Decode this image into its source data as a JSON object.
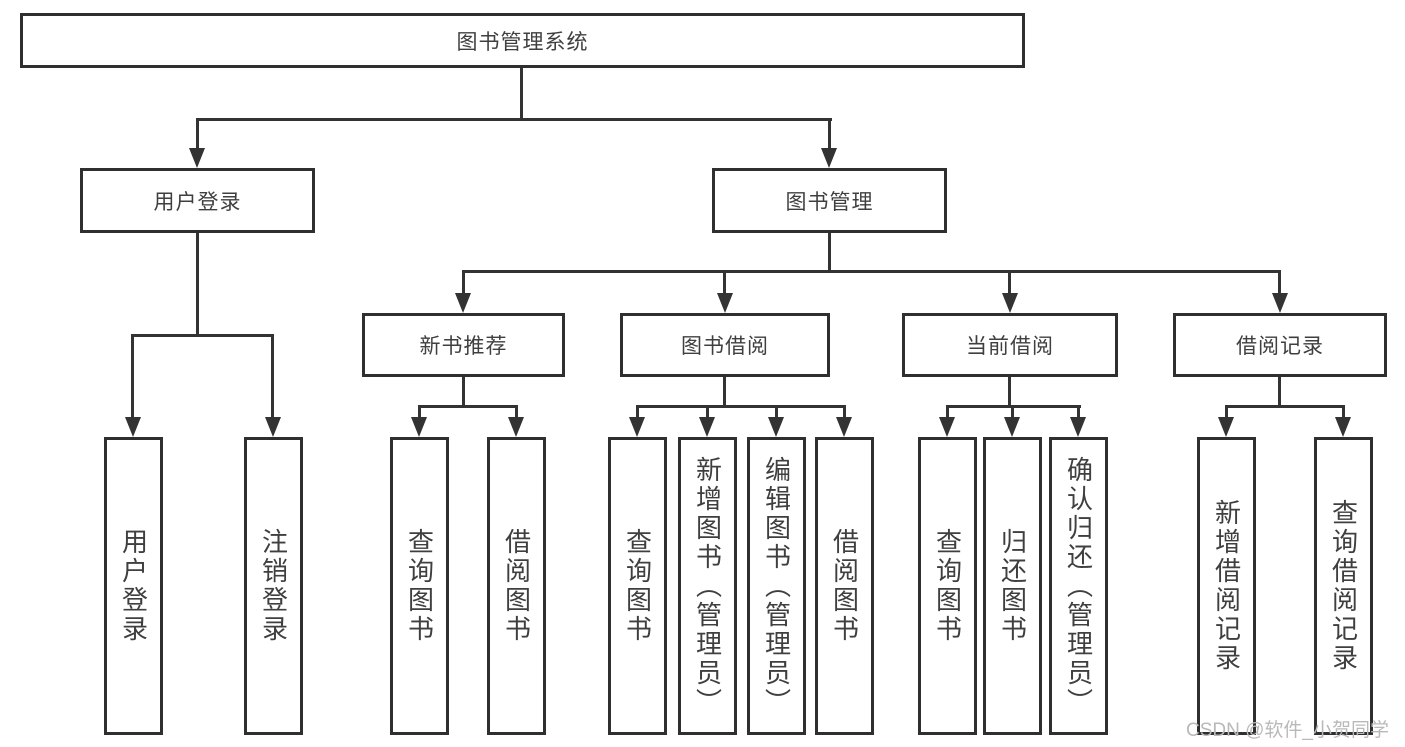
{
  "colors": {
    "line": "#333333",
    "box_border": "#2f2f2f",
    "text": "#3f3f3f",
    "background": "#ffffff",
    "watermark": "#b9b9b9"
  },
  "watermark": {
    "text": "CSDN @软件_小贺同学"
  },
  "tree": {
    "root": "图书管理系统",
    "children": [
      {
        "label": "用户登录",
        "children": [
          "用户登录",
          "注销登录"
        ]
      },
      {
        "label": "图书管理",
        "children": [
          {
            "label": "新书推荐",
            "children": [
              "查询图书",
              "借阅图书"
            ]
          },
          {
            "label": "图书借阅",
            "children": [
              "查询图书",
              "新增图书（管理员）",
              "编辑图书（管理员）",
              "借阅图书"
            ]
          },
          {
            "label": "当前借阅",
            "children": [
              "查询图书",
              "归还图书",
              "确认归还（管理员）"
            ]
          },
          {
            "label": "借阅记录",
            "children": [
              "新增借阅记录",
              "查询借阅记录"
            ]
          }
        ]
      }
    ]
  }
}
